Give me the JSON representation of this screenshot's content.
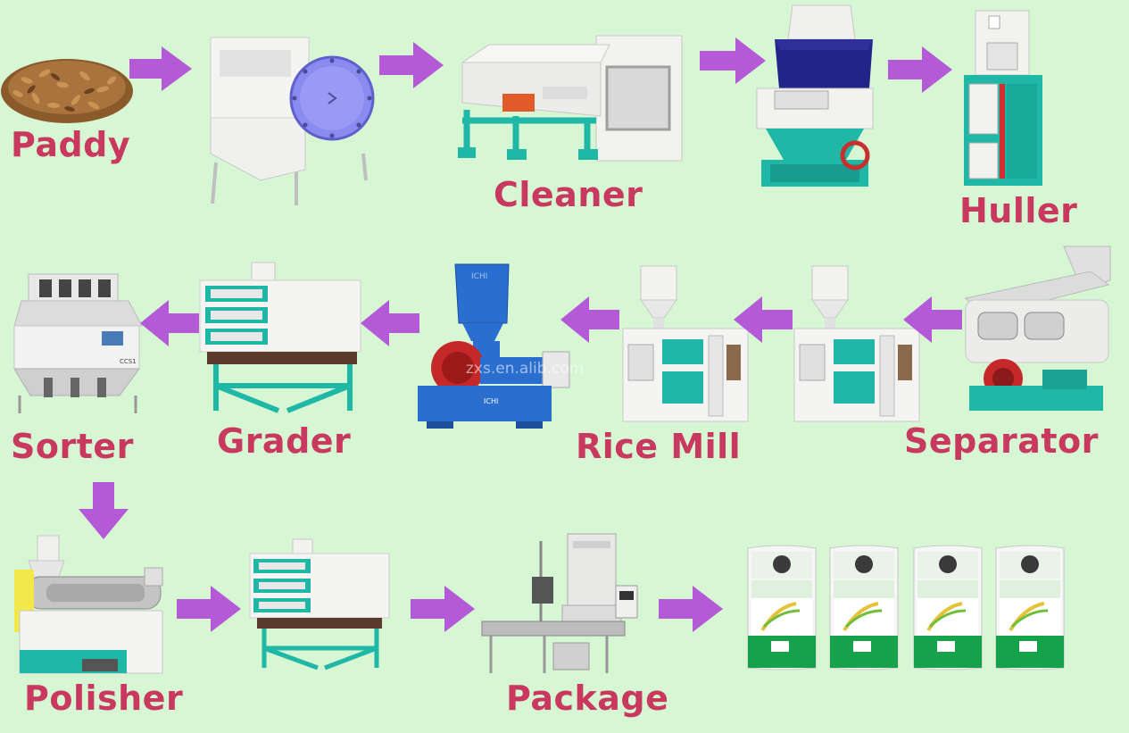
{
  "diagram": {
    "labels": {
      "paddy": "Paddy",
      "cleaner": "Cleaner",
      "huller": "Huller",
      "separator": "Separator",
      "rice_mill": "Rice Mill",
      "grader": "Grader",
      "sorter": "Sorter",
      "polisher": "Polisher",
      "package": "Package"
    },
    "machine_text": {
      "watermark": "zxs.en.alib.com",
      "sorter_tag": "CCS1",
      "huller_brand": "ICHI",
      "rice_mill_brand": "ICHI"
    },
    "colors": {
      "background": "#d6f6d4",
      "label": "#c8385f",
      "arrow": "#b45ad6",
      "machine_teal": "#1fb7a6",
      "machine_white": "#f2f2ee",
      "drum_blue": "#8a8af0",
      "bag_green": "#16a24a"
    }
  }
}
